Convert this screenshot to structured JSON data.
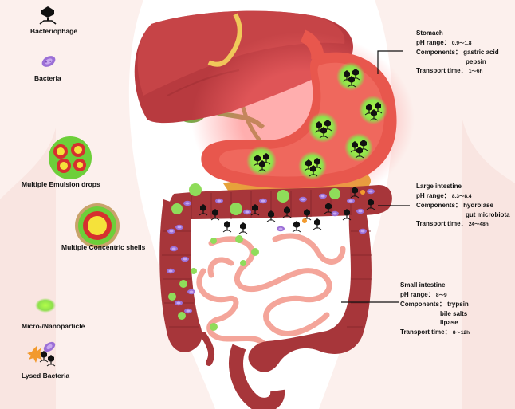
{
  "legend": {
    "bacteriophage": "Bacteriophage",
    "bacteria": "Bacteria",
    "emulsion": "Multiple Emulsion drops",
    "shells": "Multiple Concentric shells",
    "nanoparticle": "Micro-/Nanoparticle",
    "lysed": "Lysed Bacteria"
  },
  "stomach": {
    "title": "Stomach",
    "ph_label": "pH range：",
    "ph_value": "0.9～1.8",
    "components_label": "Components：",
    "components": [
      "gastric acid",
      "pepsin"
    ],
    "transport_label": "Transport time：",
    "transport_value": "1～6h"
  },
  "large_intestine": {
    "title": "Large intestine",
    "ph_label": "pH range：",
    "ph_value": "8.3～8.4",
    "components_label": "Components：",
    "components": [
      "hydrolase",
      "gut  microbiota"
    ],
    "transport_label": "Transport time：",
    "transport_value": "24～48h"
  },
  "small_intestine": {
    "title": "Small intestine",
    "ph_label": "pH range：",
    "ph_value": "8～9",
    "components_label": "Components：",
    "components": [
      "trypsin",
      "bile salts",
      "lipase"
    ],
    "transport_label": "Transport time：",
    "transport_value": "8～12h"
  },
  "colors": {
    "liver": "#b83a3f",
    "stomach": "#e8574d",
    "intestine": "#a7363a",
    "small_intestine": "#f4a59a",
    "particle": "#8fdc5a",
    "bacteria": "#9b6fd6"
  }
}
